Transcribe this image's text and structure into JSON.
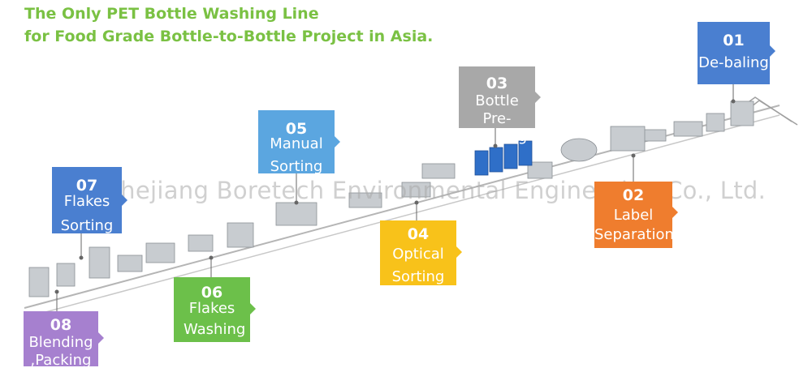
{
  "header": {
    "line1": "The Only PET Bottle Washing Line",
    "line2": "for Food Grade Bottle-to-Bottle Project in Asia."
  },
  "watermark": "Zhejiang Boretech Environmental Engineering Co., Ltd.",
  "colors": {
    "headline": "#7ac143",
    "blue": "#4a7fd0",
    "sky": "#5ba6e0",
    "gray": "#a8a8a8",
    "orange": "#ef7d2e",
    "yellow": "#f8c21a",
    "green": "#6cc04a",
    "purple": "#a680cf"
  },
  "steps": [
    {
      "num": "01",
      "label": "De-baling",
      "color": "#4a7fd0"
    },
    {
      "num": "02",
      "label": "Label Separation",
      "color": "#ef7d2e"
    },
    {
      "num": "03",
      "label": "Bottle Pre-washing",
      "color": "#a8a8a8"
    },
    {
      "num": "04",
      "label": "Optical Sorting",
      "color": "#f8c21a"
    },
    {
      "num": "05",
      "label": "Manual Sorting",
      "color": "#5ba6e0"
    },
    {
      "num": "06",
      "label": "Flakes Washing",
      "color": "#6cc04a"
    },
    {
      "num": "07",
      "label": "Flakes Sorting",
      "color": "#4a7fd0"
    },
    {
      "num": "08",
      "label": "Blending ,Packing",
      "color": "#a680cf"
    }
  ]
}
